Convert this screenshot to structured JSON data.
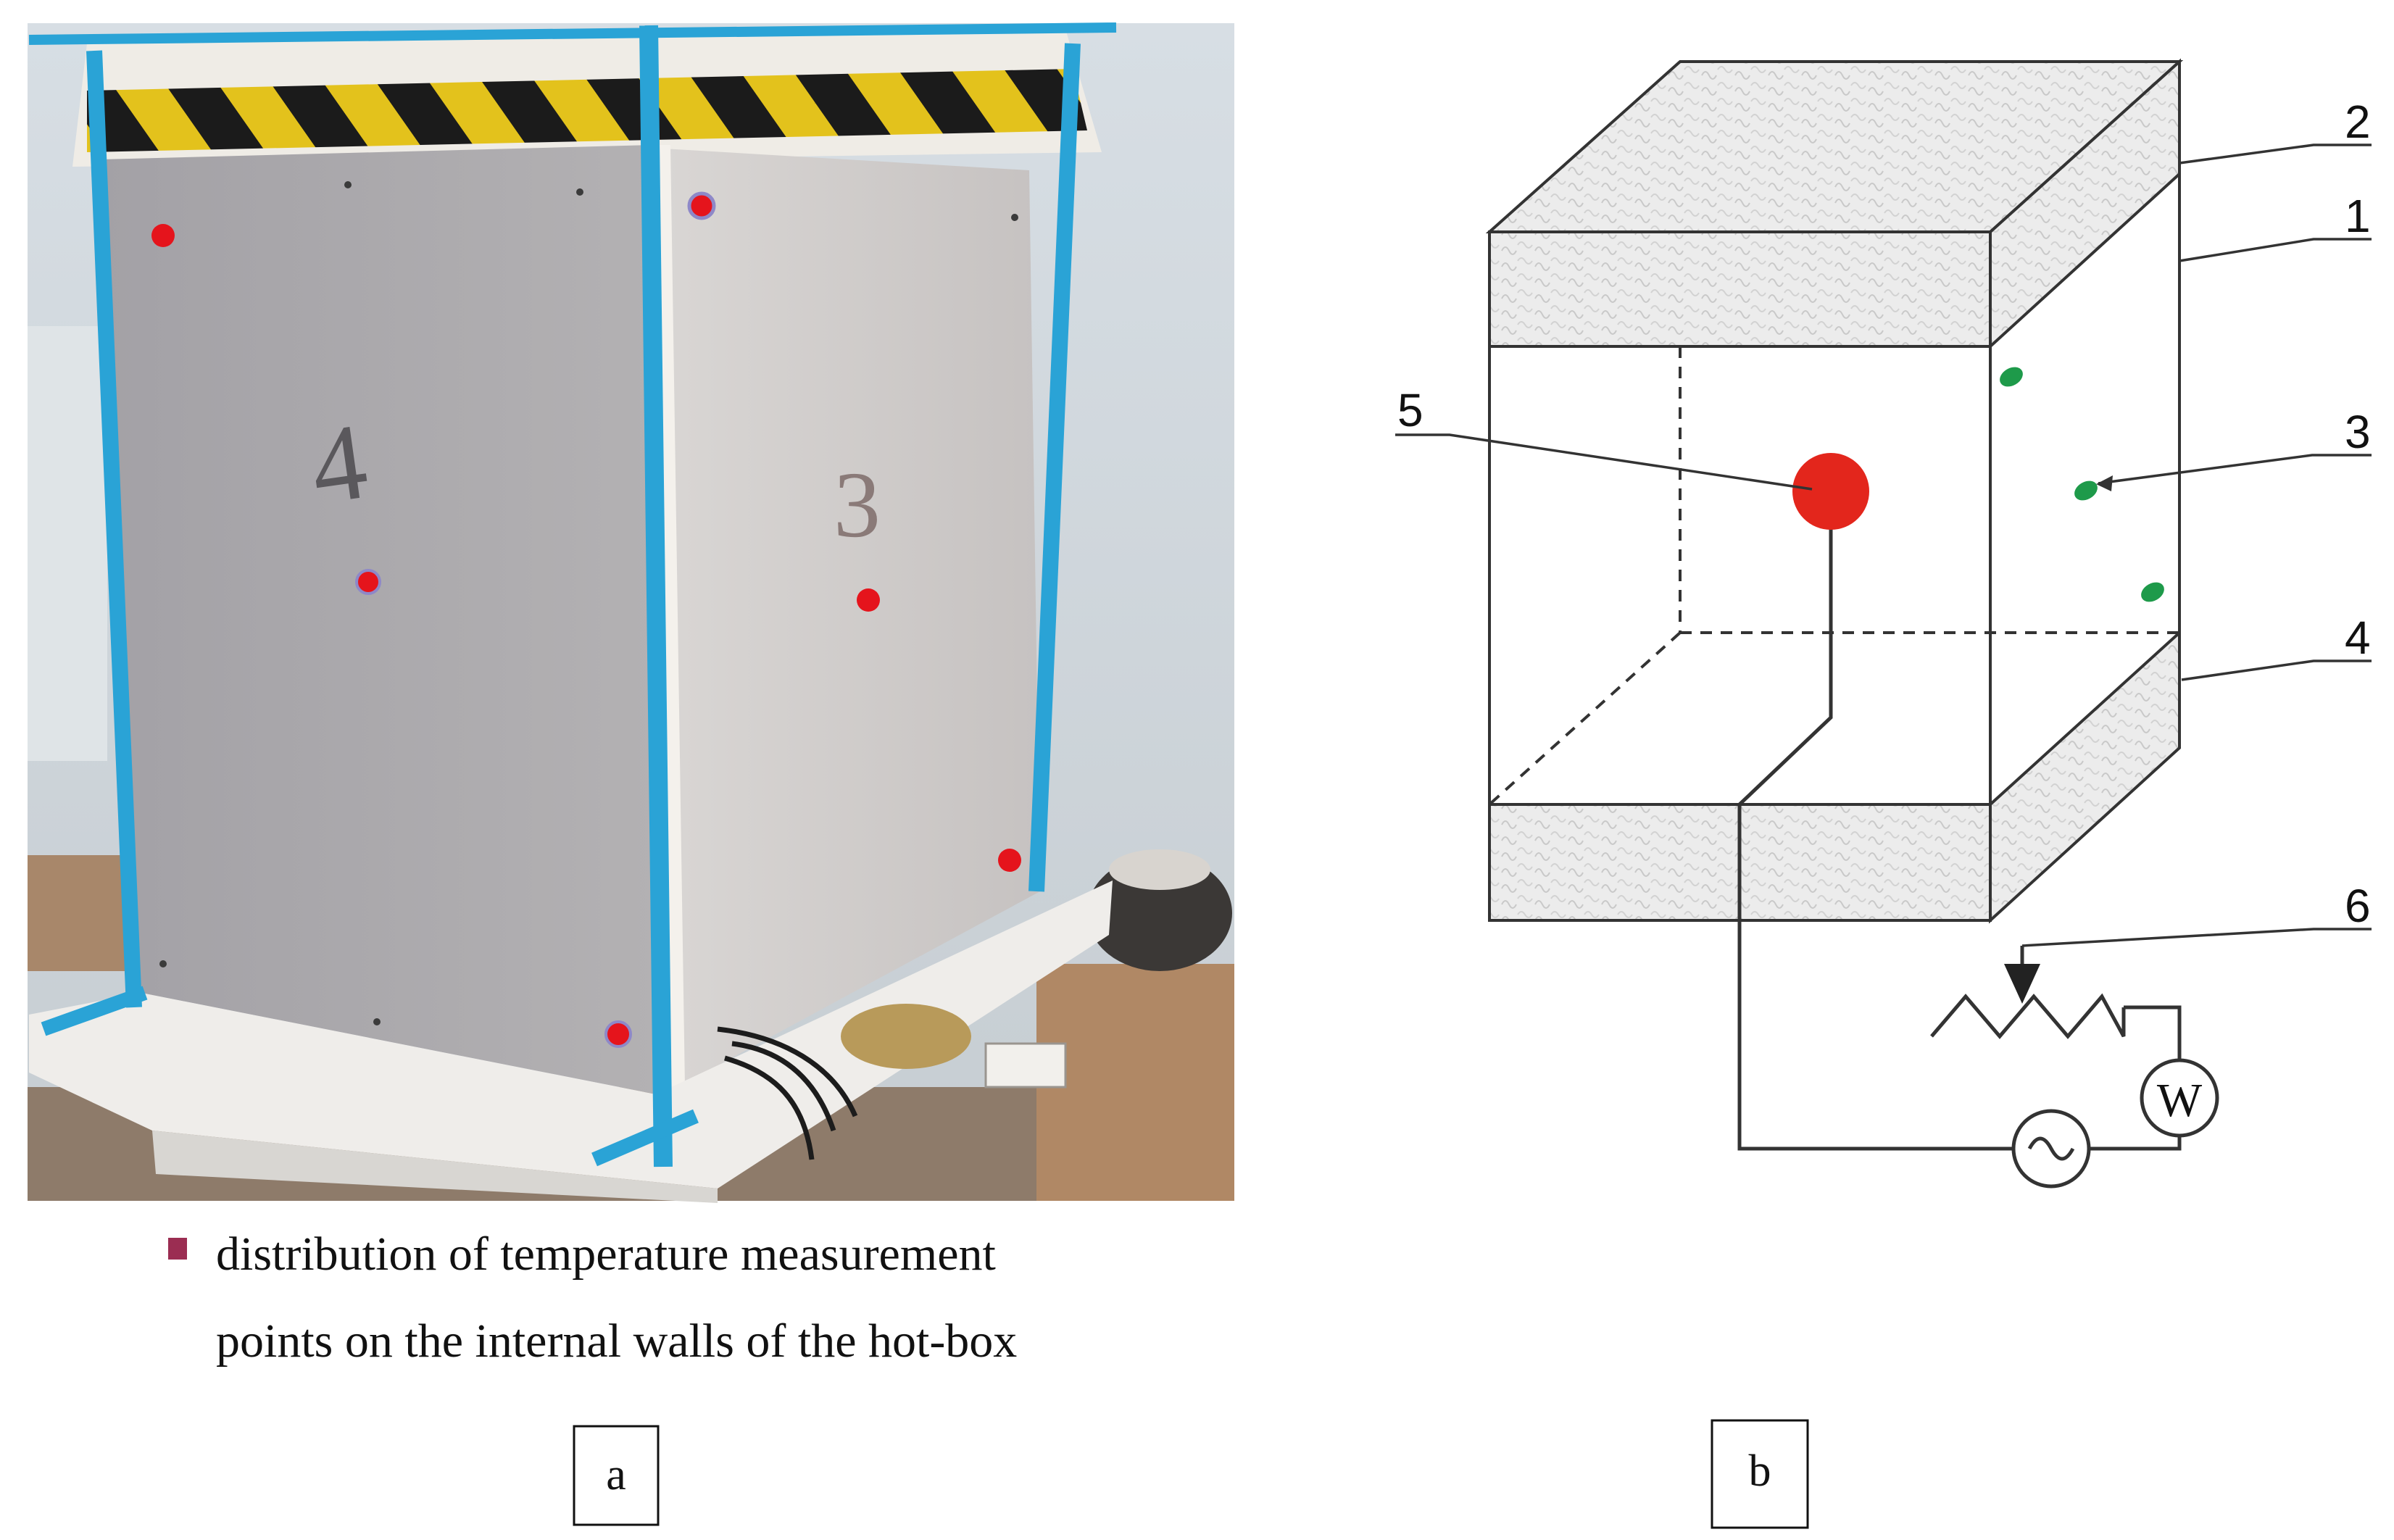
{
  "panel_a": {
    "label": "a",
    "wall_numbers": {
      "left": "4",
      "right": "3"
    },
    "legend": {
      "line1": "distribution of temperature measurement",
      "line2": "points on the internal walls of the hot-box"
    },
    "colors": {
      "measurement_point": "#e5141c",
      "tape": "#2aa3d6",
      "left_panel": "#a9a7aa",
      "right_panel": "#cfcbc9",
      "hazard_yellow": "#e3c21c",
      "hazard_black": "#1b1b1b",
      "legend_marker": "#9b2d52"
    }
  },
  "panel_b": {
    "label": "b",
    "callouts": {
      "n1": "1",
      "n2": "2",
      "n3": "3",
      "n4": "4",
      "n5": "5",
      "n6": "6"
    },
    "wattmeter_symbol": "W",
    "colors": {
      "heater": "#e3261c",
      "sensors": "#1e9a4a",
      "insulation": "#e9e9e9",
      "lines": "#333333"
    }
  }
}
